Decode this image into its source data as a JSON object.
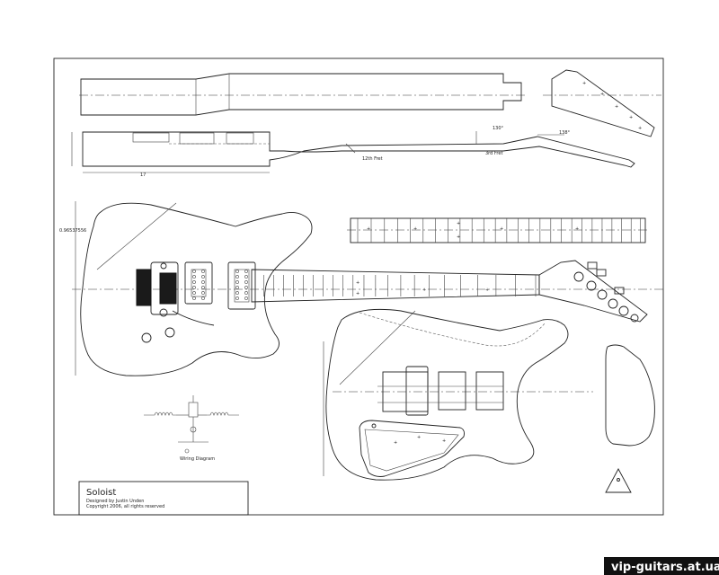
{
  "title_block": {
    "title": "Soloist",
    "designer": "Designed by Justin Unden",
    "copyright": "Copyright 2006, all rights reserved"
  },
  "annotations": {
    "fret12": "12th Fret",
    "fret3": "3rd Fret",
    "body_dim": "0.96537556",
    "neck_angle_a": "130°",
    "neck_angle_b": "138°"
  },
  "wiring": {
    "title": "Wiring Diagram"
  },
  "watermark": "vip-guitars.at.ua"
}
